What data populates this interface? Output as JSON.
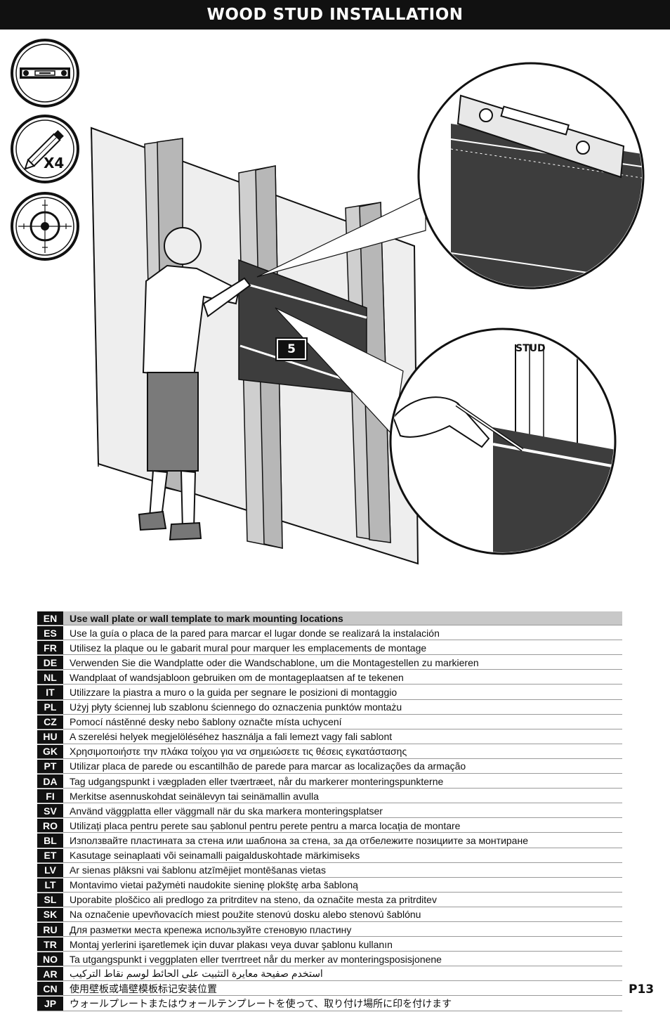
{
  "header": {
    "title": "WOOD STUD INSTALLATION"
  },
  "tools": {
    "icons": [
      "level-icon",
      "pencil-icon",
      "drill-target-icon"
    ],
    "pencil_count": "X4"
  },
  "illustration": {
    "step_number": "5",
    "stud_label": "STUD"
  },
  "instructions": [
    {
      "code": "EN",
      "text": "Use wall plate or wall template to mark mounting locations"
    },
    {
      "code": "ES",
      "text": "Use la guía o placa de la pared para marcar el lugar donde se realizará la instalación"
    },
    {
      "code": "FR",
      "text": "Utilisez la plaque ou le gabarit mural pour marquer les emplacements de montage"
    },
    {
      "code": "DE",
      "text": "Verwenden Sie die Wandplatte oder die Wandschablone, um die Montagestellen zu markieren"
    },
    {
      "code": "NL",
      "text": "Wandplaat of wandsjabloon gebruiken om de montageplaatsen af te tekenen"
    },
    {
      "code": "IT",
      "text": "Utilizzare la piastra a muro o la guida per segnare le posizioni di montaggio"
    },
    {
      "code": "PL",
      "text": "Użyj płyty ściennej lub szablonu ściennego do oznaczenia punktów montażu"
    },
    {
      "code": "CZ",
      "text": "Pomocí nástěnné desky nebo šablony označte místa uchycení"
    },
    {
      "code": "HU",
      "text": "A szerelési helyek megjelöléséhez használja a fali lemezt vagy fali sablont"
    },
    {
      "code": "GK",
      "text": "Χρησιμοποιήστε την πλάκα τοίχου για να σημειώσετε τις θέσεις εγκατάστασης"
    },
    {
      "code": "PT",
      "text": "Utilizar placa de parede ou escantilhão de parede para marcar as localizações da armação"
    },
    {
      "code": "DA",
      "text": "Tag udgangspunkt i vægpladen eller tværtræet, når du markerer monteringspunkterne"
    },
    {
      "code": "FI",
      "text": "Merkitse asennuskohdat seinälevyn tai seinämallin avulla"
    },
    {
      "code": "SV",
      "text": "Använd väggplatta eller väggmall när du ska markera monteringsplatser"
    },
    {
      "code": "RO",
      "text": "Utilizați placa pentru perete sau șablonul pentru perete pentru a marca locația de montare"
    },
    {
      "code": "BL",
      "text": "Използвайте пластината за стена или шаблона за стена, за да отбележите позициите за монтиране"
    },
    {
      "code": "ET",
      "text": "Kasutage seinaplaati või seinamalli paigalduskohtade märkimiseks"
    },
    {
      "code": "LV",
      "text": "Ar sienas plāksni vai šablonu atzīmējiet montēšanas vietas"
    },
    {
      "code": "LT",
      "text": "Montavimo vietai pažymėti naudokite sieninę plokštę arba šabloną"
    },
    {
      "code": "SL",
      "text": "Uporabite ploščico ali predlogo za pritrditev na steno, da označite mesta za pritrditev"
    },
    {
      "code": "SK",
      "text": "Na označenie upevňovacích miest použite stenovú dosku alebo stenovú šablónu"
    },
    {
      "code": "RU",
      "text": "Для разметки места крепежа используйте стеновую пластину"
    },
    {
      "code": "TR",
      "text": "Montaj yerlerini işaretlemek için duvar plakası veya duvar şablonu kullanın"
    },
    {
      "code": "NO",
      "text": "Ta utgangspunkt i veggplaten eller tverrtreet når du merker av monteringsposisjonene"
    },
    {
      "code": "AR",
      "text": "استخدم صفيحة معايرة التثبيت على الحائط لوسم نقاط التركيب"
    },
    {
      "code": "CN",
      "text": "使用壁板或墙壁模板标记安装位置"
    },
    {
      "code": "JP",
      "text": "ウォールプレートまたはウォールテンプレートを使って、取り付け場所に印を付けます"
    }
  ],
  "footer": {
    "page_number": "P13"
  }
}
